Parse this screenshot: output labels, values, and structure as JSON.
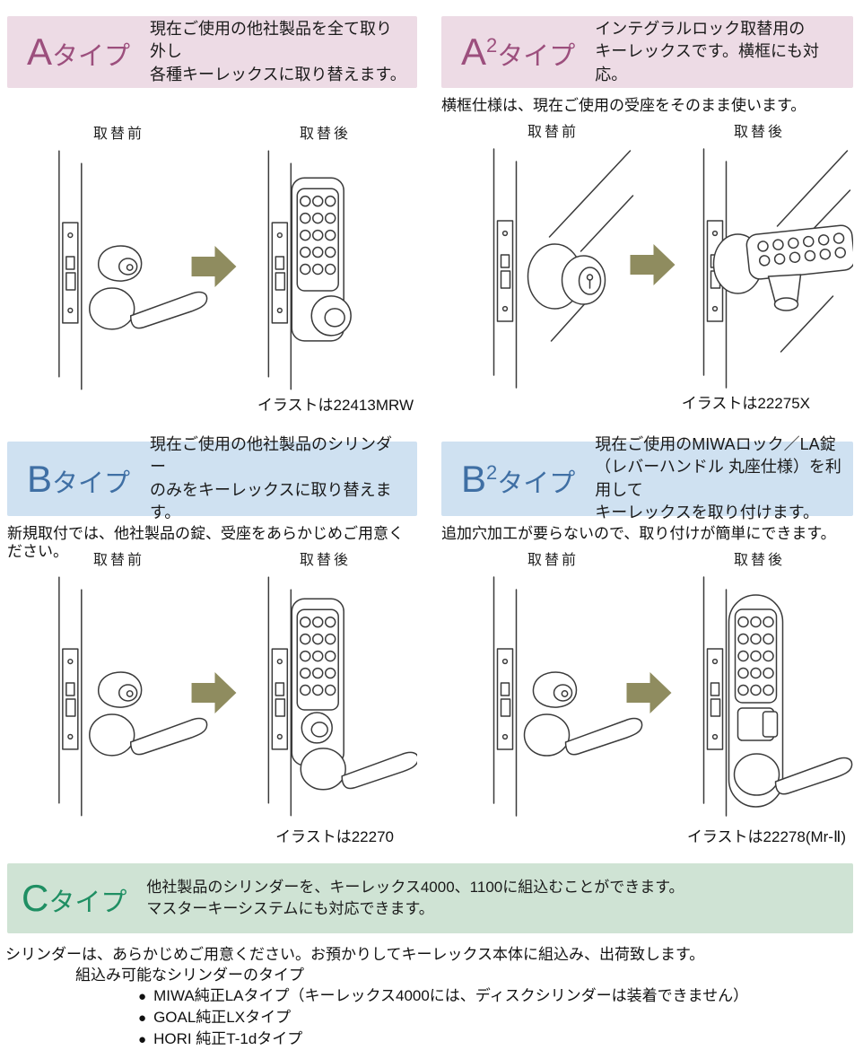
{
  "labels": {
    "before": "取替前",
    "after": "取替後"
  },
  "colors": {
    "pink_bg": "#eddbe5",
    "pink_title": "#9c4f7d",
    "blue_bg": "#cfe1f1",
    "blue_title": "#3f6fa4",
    "green_bg": "#cfe3d4",
    "green_title": "#1f8f63",
    "arrow": "#8f8c5f",
    "line_art": "#3b3b3b"
  },
  "sections": {
    "a": {
      "letter": "A",
      "suffix": "タイプ",
      "desc": "現在ご使用の他社製品を全て取り外し\n各種キーレックスに取り替えます。",
      "caption": "イラストは22413MRW"
    },
    "a2": {
      "letter": "A",
      "sup": "2",
      "suffix": "タイプ",
      "desc": "インテグラルロック取替用の\nキーレックスです。横框にも対応。",
      "note": "横框仕様は、現在ご使用の受座をそのまま使います。",
      "caption": "イラストは22275X"
    },
    "b": {
      "letter": "B",
      "suffix": "タイプ",
      "desc": "現在ご使用の他社製品のシリンダー\nのみをキーレックスに取り替えます。",
      "note": "新規取付では、他社製品の錠、受座をあらかじめご用意ください。",
      "caption": "イラストは22270"
    },
    "b2": {
      "letter": "B",
      "sup": "2",
      "suffix": "タイプ",
      "desc": "現在ご使用のMIWAロック／LA錠\n（レバーハンドル 丸座仕様）を利用して\nキーレックスを取り付けます。",
      "note": "追加穴加工が要らないので、取り付けが簡単にできます。",
      "caption": "イラストは22278(Mr-Ⅱ)"
    },
    "c": {
      "letter": "C",
      "suffix": "タイプ",
      "desc": "他社製品のシリンダーを、キーレックス4000、1100に組込むことができます。\nマスターキーシステムにも対応できます。",
      "body_line1": "シリンダーは、あらかじめご用意ください。お預かりしてキーレックス本体に組込み、出荷致します。",
      "body_line2": "組込み可能なシリンダーのタイプ",
      "bullet": "●",
      "items": [
        "MIWA純正LAタイプ（キーレックス4000には、ディスクシリンダーは装着できません）",
        "GOAL純正LXタイプ",
        "HORI 純正T-1dタイプ"
      ]
    }
  }
}
